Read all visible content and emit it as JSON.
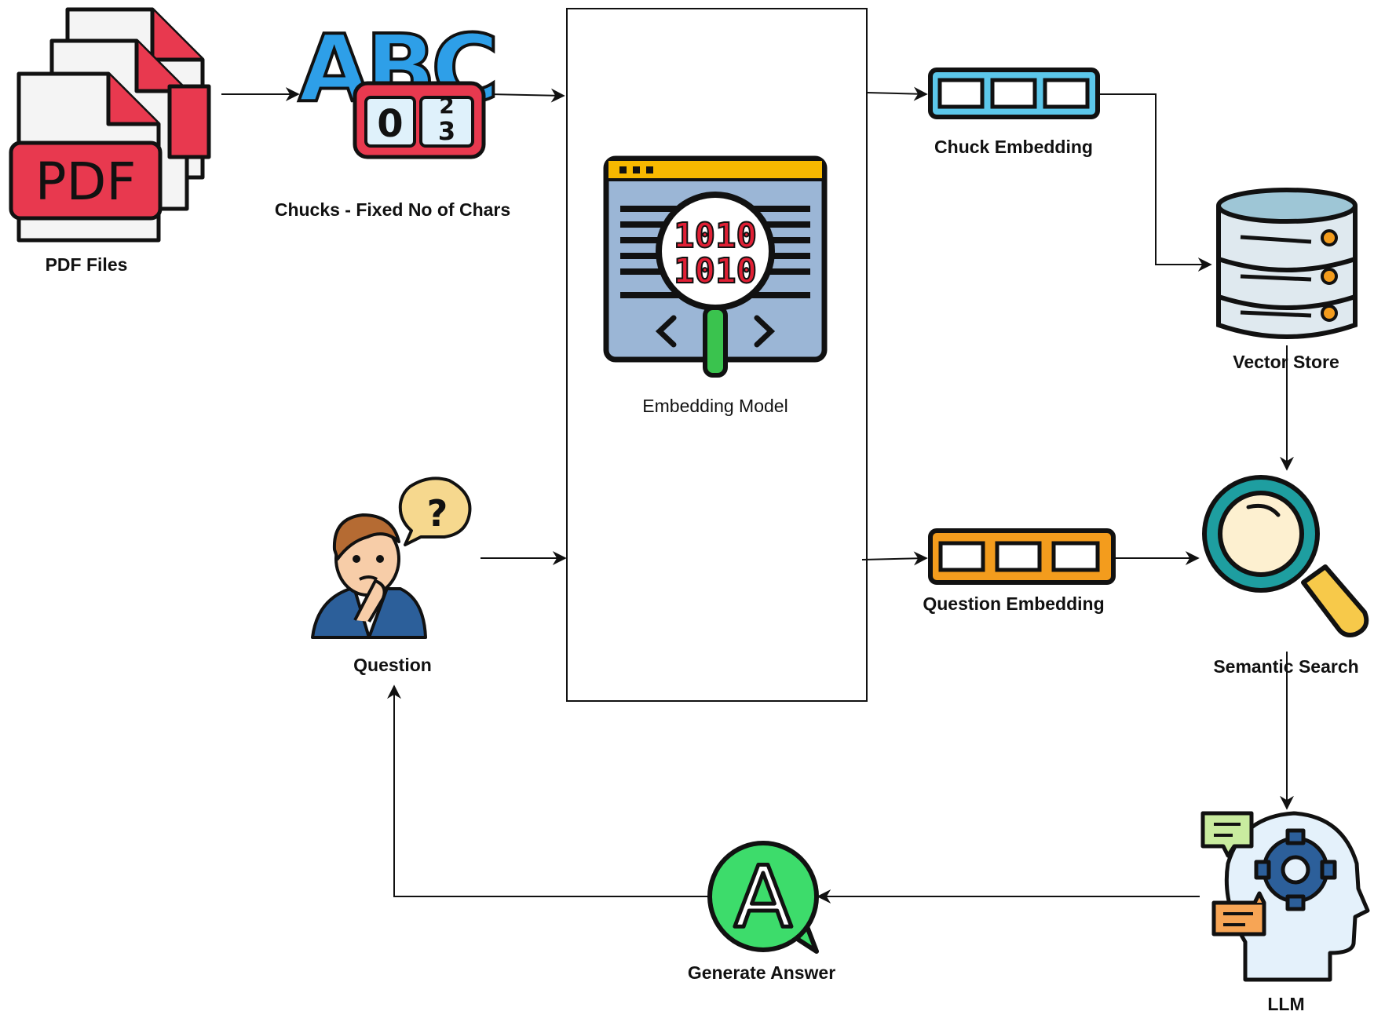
{
  "nodes": {
    "pdf_files": {
      "label": "PDF Files",
      "icon": "pdf-files-icon",
      "badge": "PDF"
    },
    "chunks": {
      "label": "Chucks - Fixed No of Chars",
      "icon": "abc-chunks-icon",
      "letters": "ABC",
      "digits": [
        "0",
        "2",
        "3"
      ]
    },
    "embedding_model": {
      "label": "Embedding Model",
      "icon": "embedding-model-icon",
      "binary_row1": "1010",
      "binary_row2": "1010"
    },
    "chunk_embedding": {
      "label": "Chuck Embedding",
      "icon": "vector-blocks-blue-icon"
    },
    "vector_store": {
      "label": "Vector Store",
      "icon": "database-icon"
    },
    "question": {
      "label": "Question",
      "icon": "person-question-icon",
      "bubble": "?"
    },
    "question_embedding": {
      "label": "Question Embedding",
      "icon": "vector-blocks-orange-icon"
    },
    "semantic_search": {
      "label": "Semantic Search",
      "icon": "magnifier-icon"
    },
    "llm": {
      "label": "LLM",
      "icon": "head-gear-icon"
    },
    "generate_answer": {
      "label": "Generate Answer",
      "icon": "answer-bubble-icon",
      "letter": "A"
    }
  },
  "colors": {
    "pdf_red": "#e8394f",
    "abc_blue": "#2e9fe8",
    "block_blue": "#5cc7ea",
    "block_orange": "#f39c1d",
    "db_body": "#dfe9ef",
    "db_top": "#9ec6d6",
    "db_led": "#f39c1d",
    "magnifier_ring": "#1e9ea0",
    "magnifier_handle": "#f7c94a",
    "answer_green": "#3ddc6b",
    "screen_blue": "#9bb6d6",
    "screen_bar": "#f7b800",
    "bit_red": "#e02035",
    "outline": "#111111",
    "arrow": "#111111"
  }
}
